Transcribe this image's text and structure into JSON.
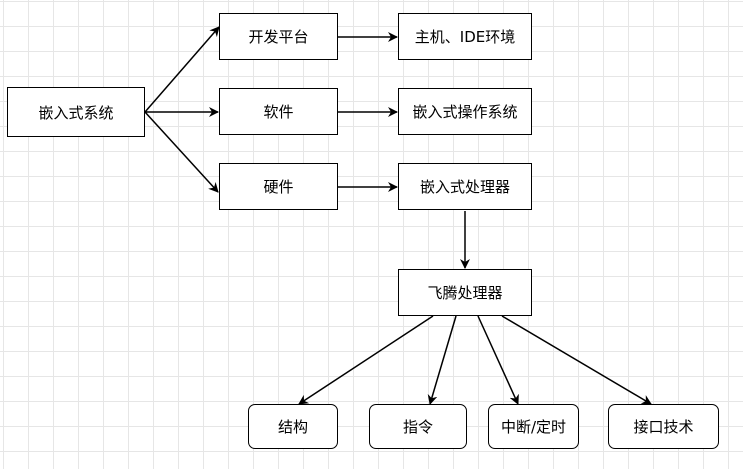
{
  "nodes": {
    "embedded_system": "嵌入式系统",
    "dev_platform": "开发平台",
    "software": "软件",
    "hardware": "硬件",
    "host_ide": "主机、IDE环境",
    "embedded_os": "嵌入式操作系统",
    "embedded_processor": "嵌入式处理器",
    "phytium_processor": "飞腾处理器",
    "structure": "结构",
    "instruction": "指令",
    "interrupt_timer": "中断/定时",
    "interface_tech": "接口技术"
  },
  "edges": [
    {
      "from": "embedded_system",
      "to": "dev_platform"
    },
    {
      "from": "embedded_system",
      "to": "software"
    },
    {
      "from": "embedded_system",
      "to": "hardware"
    },
    {
      "from": "dev_platform",
      "to": "host_ide"
    },
    {
      "from": "software",
      "to": "embedded_os"
    },
    {
      "from": "hardware",
      "to": "embedded_processor"
    },
    {
      "from": "embedded_processor",
      "to": "phytium_processor"
    },
    {
      "from": "phytium_processor",
      "to": "structure"
    },
    {
      "from": "phytium_processor",
      "to": "instruction"
    },
    {
      "from": "phytium_processor",
      "to": "interrupt_timer"
    },
    {
      "from": "phytium_processor",
      "to": "interface_tech"
    }
  ],
  "colors": {
    "stroke": "#000000",
    "fill": "#ffffff",
    "grid": "#e6e6e6"
  }
}
